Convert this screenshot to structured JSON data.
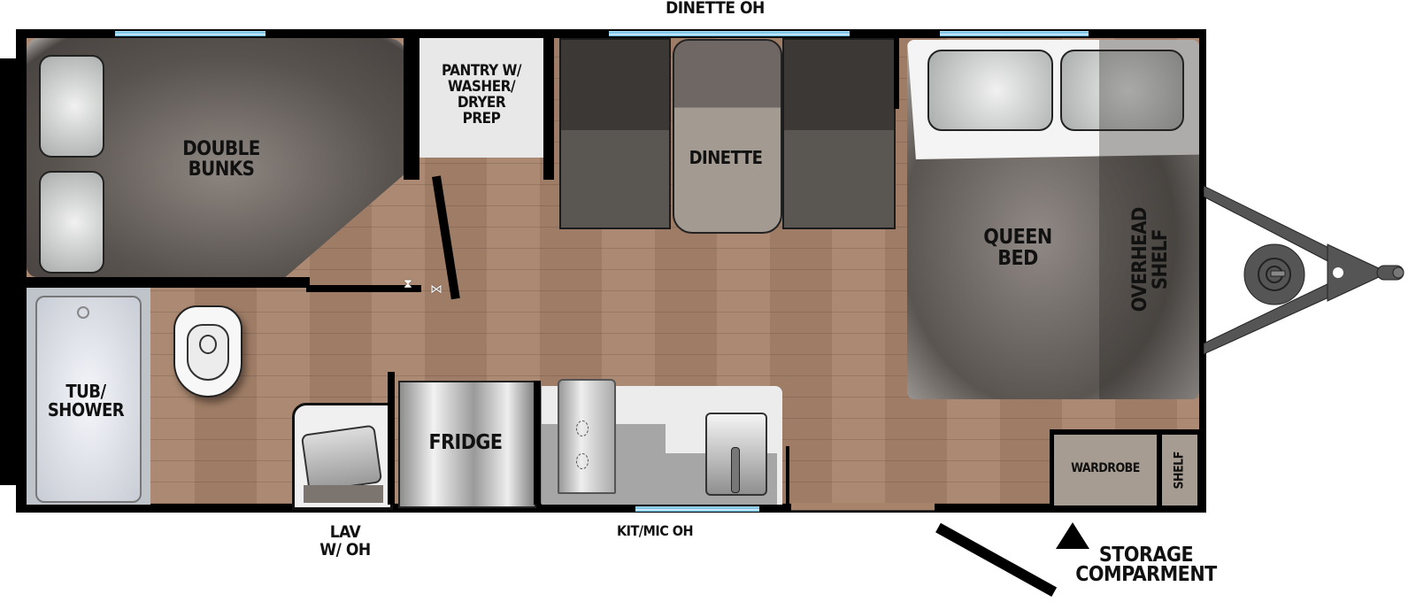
{
  "floorplan": {
    "type": "travel trailer floorplan",
    "colors": {
      "wall": "#000000",
      "floor": "#a7836a",
      "furniture_dark": "#5a5551",
      "window": "#5cb6e0",
      "storage": "#a79c92"
    },
    "exterior_labels": {
      "dinette_oh": "DINETTE OH",
      "lav": "LAV",
      "lav_oh": "W/ OH",
      "kit_mic_oh": "KIT/MIC OH",
      "storage_line1": "STORAGE",
      "storage_line2": "COMPARMENT"
    },
    "rooms": {
      "double_bunks": {
        "line1": "DOUBLE",
        "line2": "BUNKS"
      },
      "pantry": {
        "line1": "PANTRY W/",
        "line2": "WASHER/",
        "line3": "DRYER",
        "line4": "PREP"
      },
      "dinette": "DINETTE",
      "queen_bed": {
        "line1": "QUEEN",
        "line2": "BED"
      },
      "overhead_shelf": {
        "line1": "OVERHEAD",
        "line2": "SHELF"
      },
      "tub_shower": {
        "line1": "TUB/",
        "line2": "SHOWER"
      },
      "fridge": "FRIDGE",
      "wardrobe": "WARDROBE",
      "shelf": "SHELF"
    }
  }
}
